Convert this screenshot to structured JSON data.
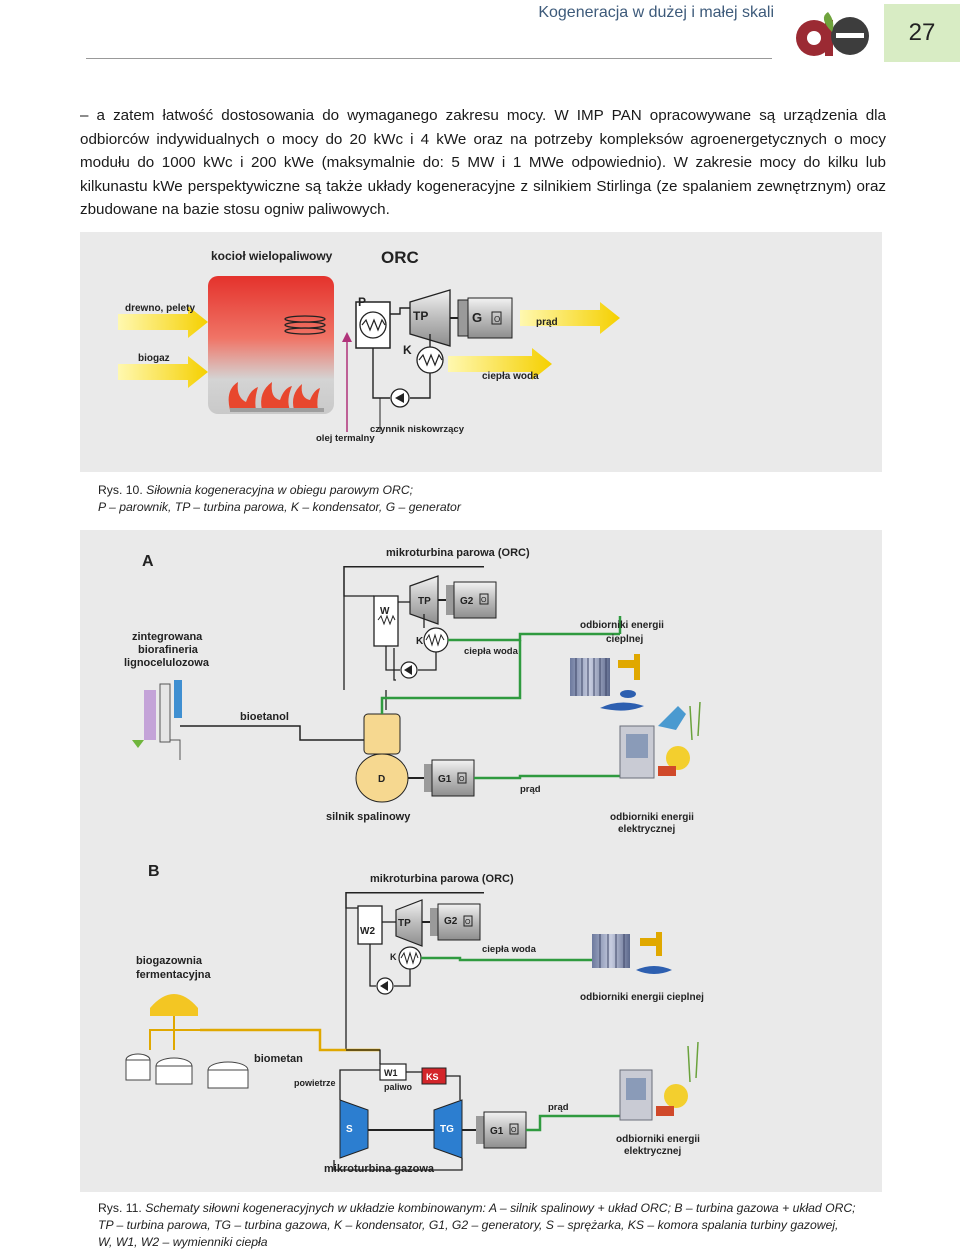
{
  "header": {
    "running_title": "Kogeneracja w dużej i małej skali",
    "page_number": "27"
  },
  "logo": {
    "name": "ae-logo",
    "letters": "ae",
    "colors": {
      "a": "#9b2a33",
      "e": "#3d3d3d",
      "accent": "#6fa33c"
    }
  },
  "body": {
    "paragraph": "– a zatem łatwość dostosowania do wymaganego zakresu mocy. W IMP PAN opracowywane są urządzenia dla odbiorców indywidualnych o mocy do 20 kWc i 4 kWe oraz na potrzeby kompleksów agroenergetycznych o mocy modułu do 1000 kWc i 200 kWe (maksymalnie do: 5 MW i 1 MWe odpowiednio). W zakresie mocy do kilku lub kilkunastu kWe perspektywiczne są także układy kogeneracyjne z silnikiem Stirlinga (ze spalaniem zewnętrznym) oraz zbudowane na bazie stosu ogniw paliwowych."
  },
  "figure10": {
    "labels": {
      "boiler": "kocioł wielopaliwowy",
      "orc": "ORC",
      "fuel_wood": "drewno, pelety",
      "fuel_biogas": "biogaz",
      "P": "P",
      "TP": "TP",
      "G": "G",
      "K": "K",
      "power": "prąd",
      "hot_water": "ciepła woda",
      "working_fluid": "czynnik niskowrzący",
      "thermal_oil": "olej termalny",
      "symbol_o": "O"
    },
    "caption_num": "Rys. 10.",
    "caption_line1": "Siłownia kogeneracyjna w obiegu parowym ORC;",
    "caption_line2": "P – parownik, TP – turbina parowa, K – kondensator, G – generator"
  },
  "figure11": {
    "labels": {
      "A": "A",
      "B": "B",
      "micro_orc": "mikroturbina parowa (ORC)",
      "biorefinery_1": "zintegrowana",
      "biorefinery_2": "biorafineria",
      "biorefinery_3": "lignocelulozowa",
      "bioethanol": "bioetanol",
      "engine": "silnik spalinowy",
      "D": "D",
      "G1": "G1",
      "G2": "G2",
      "W": "W",
      "W1": "W1",
      "W2": "W2",
      "TP": "TP",
      "K": "K",
      "S": "S",
      "TG": "TG",
      "KS": "KS",
      "hot_water": "ciepła woda",
      "power": "prąd",
      "heat_rec_1": "odbiorniki energii",
      "heat_rec_2": "cieplnej",
      "elec_rec_1": "odbiorniki energii",
      "elec_rec_2": "elektrycznej",
      "heat_rec_B": "odbiorniki energii cieplnej",
      "biogas_plant_1": "biogazownia",
      "biogas_plant_2": "fermentacyjna",
      "biomethane": "biometan",
      "air": "powietrze",
      "fuel": "paliwo",
      "micro_gas": "mikroturbina gazowa",
      "symbol_o": "O"
    },
    "caption_num": "Rys. 11.",
    "caption_line1": "Schematy siłowni kogeneracyjnych w układzie kombinowanym: A – silnik spalinowy + układ ORC; B – turbina gazowa + układ ORC;",
    "caption_line2": "TP – turbina parowa, TG – turbina gazowa, K – kondensator, G1, G2 – generatory, S – sprężarka, KS – komora spalania turbiny gazowej,",
    "caption_line3": "W, W1, W2 – wymienniki ciepła"
  }
}
